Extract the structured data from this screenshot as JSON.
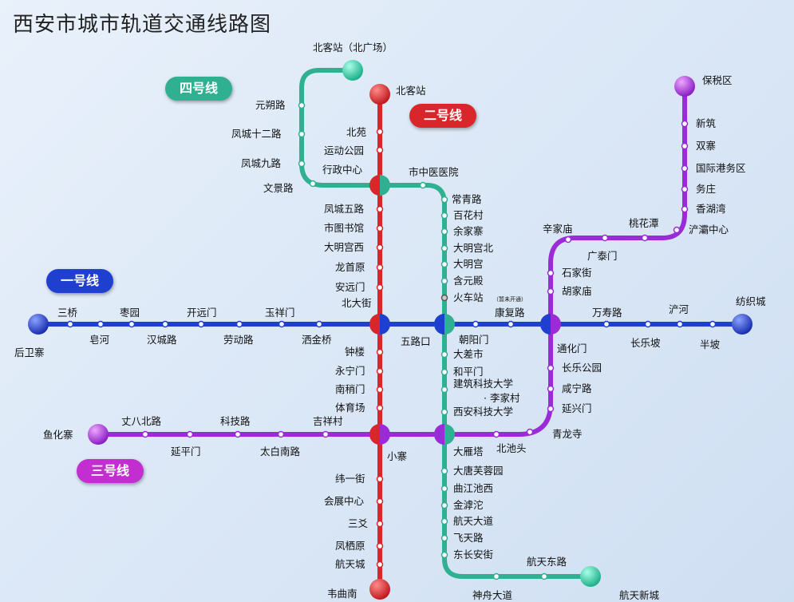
{
  "title": "西安市城市轨道交通线路图",
  "lines": {
    "line1": {
      "name": "一号线",
      "color": "#1f3fd0"
    },
    "line2": {
      "name": "二号线",
      "color": "#d8262a"
    },
    "line3": {
      "name": "三号线",
      "color": "#9a2bd6"
    },
    "line4": {
      "name": "四号线",
      "color": "#2fb090"
    }
  },
  "stations": {
    "l1": [
      "后卫寨",
      "三桥",
      "皂河",
      "枣园",
      "汉城路",
      "开远门",
      "劳动路",
      "玉祥门",
      "洒金桥",
      "北大街",
      "五路口",
      "朝阳门",
      "康复路",
      "通化门",
      "万寿路",
      "长乐坡",
      "浐河",
      "半坡",
      "纺织城"
    ],
    "l2": [
      "北客站",
      "北苑",
      "运动公园",
      "行政中心",
      "凤城五路",
      "市图书馆",
      "大明宫西",
      "龙首原",
      "安远门",
      "北大街",
      "钟楼",
      "永宁门",
      "南稍门",
      "体育场",
      "小寨",
      "纬一街",
      "会展中心",
      "三爻",
      "凤栖原",
      "航天城",
      "韦曲南"
    ],
    "l3": [
      "鱼化寨",
      "丈八北路",
      "延平门",
      "科技路",
      "太白南路",
      "吉祥村",
      "小寨",
      "大雁塔",
      "北池头",
      "青龙寺",
      "延兴门",
      "咸宁路",
      "长乐公园",
      "通化门",
      "胡家庙",
      "石家街",
      "辛家庙",
      "广泰门",
      "桃花潭",
      "浐灞中心",
      "香湖湾",
      "务庄",
      "国际港务区",
      "双寨",
      "新筑",
      "保税区"
    ],
    "l4": [
      "北客站（北广场）",
      "元朔路",
      "凤城十二路",
      "凤城九路",
      "文景路",
      "行政中心",
      "市中医医院",
      "常青路",
      "百花村",
      "余家寨",
      "大明宫北",
      "大明宫",
      "含元殿",
      "火车站",
      "五路口",
      "大差市",
      "和平门",
      "建筑科技大学",
      "· 李家村",
      "西安科技大学",
      "大雁塔",
      "大唐芙蓉园",
      "曲江池西",
      "金滹沱",
      "航天大道",
      "飞天路",
      "东长安街",
      "神舟大道",
      "航天东路",
      "航天新城"
    ]
  },
  "notes": {
    "huochezhan": "（暂未开通）"
  }
}
